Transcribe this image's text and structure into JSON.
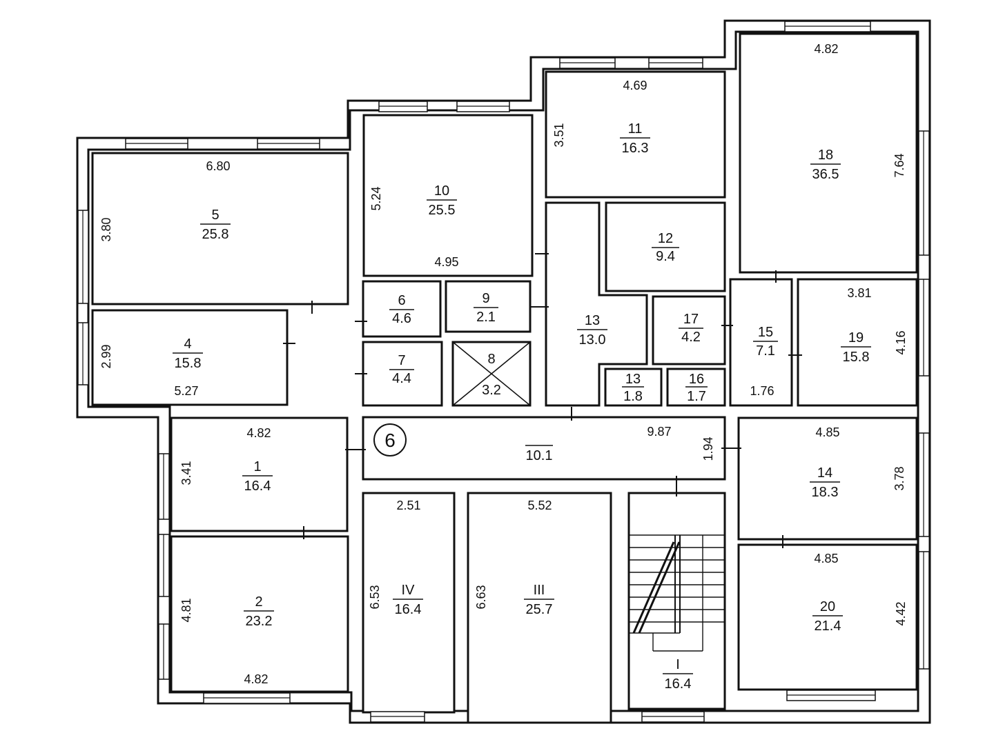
{
  "plan": {
    "corridor_marker": "6",
    "rooms": [
      {
        "id": "5",
        "area": "25.8"
      },
      {
        "id": "4",
        "area": "15.8"
      },
      {
        "id": "10",
        "area": "25.5"
      },
      {
        "id": "11",
        "area": "16.3"
      },
      {
        "id": "18",
        "area": "36.5"
      },
      {
        "id": "12",
        "area": "9.4"
      },
      {
        "id": "6",
        "area": "4.6"
      },
      {
        "id": "9",
        "area": "2.1"
      },
      {
        "id": "7",
        "area": "4.4"
      },
      {
        "id": "8",
        "area": "3.2"
      },
      {
        "id": "13",
        "area": "13.0"
      },
      {
        "id": "17",
        "area": "4.2"
      },
      {
        "id": "13",
        "area": "1.8"
      },
      {
        "id": "16",
        "area": "1.7"
      },
      {
        "id": "15",
        "area": "7.1"
      },
      {
        "id": "19",
        "area": "15.8"
      },
      {
        "id": "",
        "area": "10.1"
      },
      {
        "id": "1",
        "area": "16.4"
      },
      {
        "id": "2",
        "area": "23.2"
      },
      {
        "id": "IV",
        "area": "16.4"
      },
      {
        "id": "III",
        "area": "25.7"
      },
      {
        "id": "I",
        "area": "16.4"
      },
      {
        "id": "14",
        "area": "18.3"
      },
      {
        "id": "20",
        "area": "21.4"
      }
    ],
    "dimensions": {
      "d5_w": "6.80",
      "d5_h": "3.80",
      "d4_h": "2.99",
      "d4_w": "5.27",
      "d10_h": "5.24",
      "d10_w": "4.95",
      "d11_w": "4.69",
      "d11_h": "3.51",
      "d18_w": "4.82",
      "d18_h": "7.64",
      "d19_w": "3.81",
      "d19_h": "4.16",
      "d15_w": "1.76",
      "d1_w": "4.82",
      "d1_h": "3.41",
      "d2_h": "4.81",
      "d2_w": "4.82",
      "dcor_w": "9.87",
      "dcor_h": "1.94",
      "d14_w": "4.85",
      "d14_h": "3.78",
      "d20_w": "4.85",
      "d20_h": "4.42",
      "dIV_w": "2.51",
      "dIV_h": "6.53",
      "dIII_w": "5.52",
      "dIII_h": "6.63"
    }
  }
}
